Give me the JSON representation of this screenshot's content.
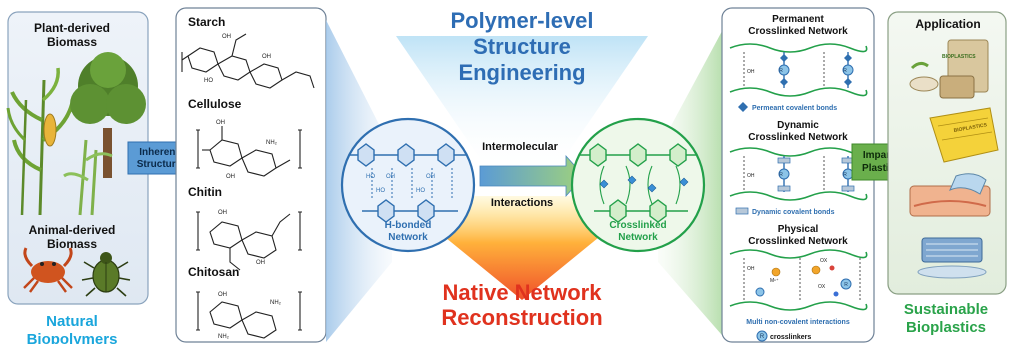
{
  "sources": {
    "plant": [
      "Plant-derived",
      "Biomass"
    ],
    "animal": [
      "Animal-derived",
      "Biomass"
    ],
    "caption": [
      "Natural",
      "Biopolymers"
    ]
  },
  "inherent_arrow": [
    "Inherent",
    "Structure"
  ],
  "polymers": {
    "starch": "Starch",
    "cellulose": "Cellulose",
    "chitin": "Chitin",
    "chitosan": "Chitosan",
    "nh2": "NH₂",
    "oh": "OH",
    "ho": "HO"
  },
  "center": {
    "top_title": [
      "Polymer-level",
      "Structure",
      "Engineering"
    ],
    "bottom_title": [
      "Native Network",
      "Reconstruction"
    ],
    "arrow_top": "Intermolecular",
    "arrow_bottom": "Interactions",
    "left_network": [
      "H-bonded",
      "Network"
    ],
    "right_network": [
      "Crosslinked",
      "Network"
    ]
  },
  "crosslinks": {
    "permanent_title": [
      "Permanent",
      "Crosslinked Network"
    ],
    "permanent_legend": "Permeant covalent bonds",
    "dynamic_title": [
      "Dynamic",
      "Crosslinked Network"
    ],
    "dynamic_legend": "Dynamic covalent bonds",
    "physical_title": [
      "Physical",
      "Crosslinked Network"
    ],
    "physical_legend": "Multi non-covalent interactions",
    "crosslinker_legend": "crosslinkers",
    "r_symbol": "R",
    "ox_symbol": "OX",
    "m_symbol": "Mⁿ⁺"
  },
  "imparted_arrow": [
    "Imparted",
    "Plasticity"
  ],
  "application": {
    "title": "Application",
    "bioplastics_label": "BIOPLASTICS",
    "caption": [
      "Sustainable",
      "Bioplastics"
    ]
  },
  "colors": {
    "blue_title": "#2e6db4",
    "red_title": "#e0321e",
    "caption_blue": "#1aa6dc",
    "caption_green": "#2aa34a",
    "arrow_blue": "#5b9bd5",
    "arrow_green": "#6aaf4c",
    "network_blue": "#2f6fb0",
    "network_green": "#23a04a"
  }
}
